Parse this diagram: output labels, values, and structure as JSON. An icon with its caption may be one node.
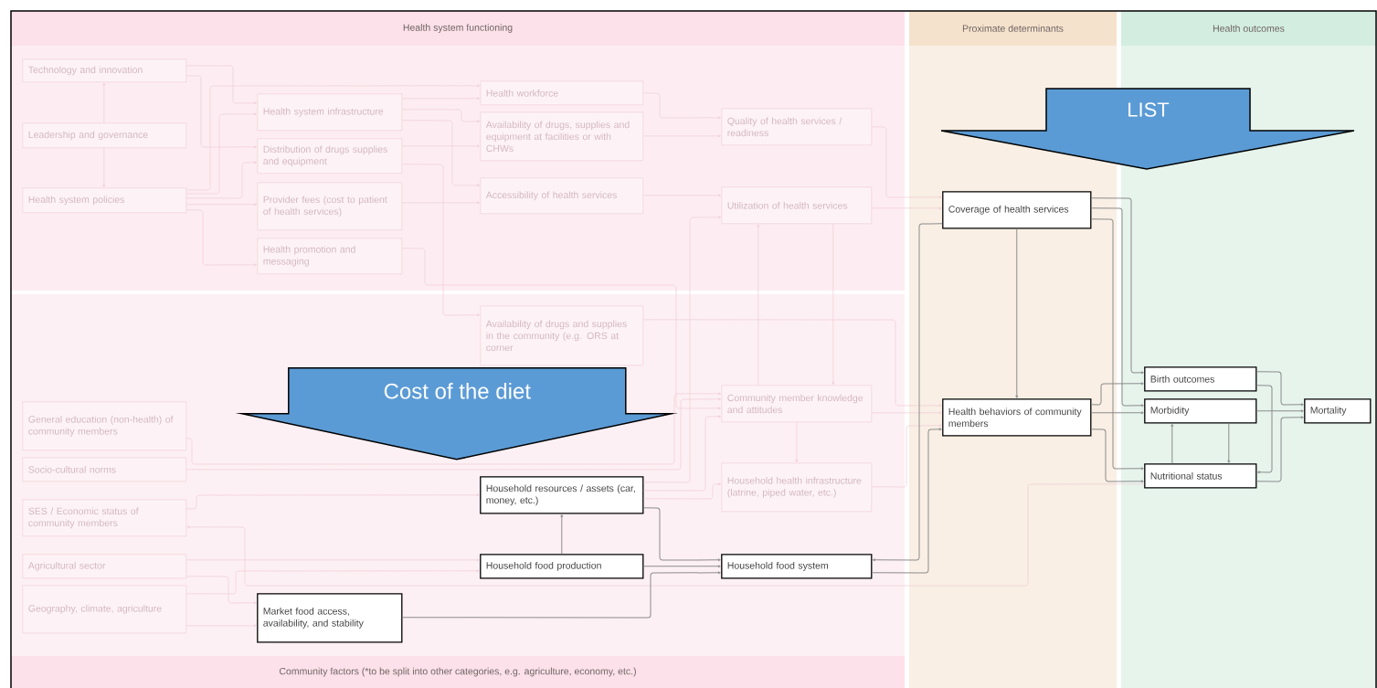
{
  "diagram": {
    "nodes": [
      {
        "text": [
          "Health system functioning"
        ]
      },
      {
        "text": [
          "Proximate determinants"
        ]
      },
      {
        "text": [
          "Health outcomes"
        ]
      },
      {
        "text": [
          "Community factors (*to be split into other categories, e.g. agriculture, economy, etc.)"
        ]
      },
      {
        "text": [
          "Technology and innovation"
        ],
        "in": 0
      },
      {
        "text": [
          "Leadership and governance"
        ],
        "in": 0
      },
      {
        "text": [
          "Health system policies"
        ],
        "in": 0
      },
      {
        "text": [
          "Health system infrastructure"
        ],
        "in": 0
      },
      {
        "text": [
          "Distribution of drugs supplies and equipment"
        ],
        "in": 0
      },
      {
        "text": [
          "Provider fees (cost to patient of health services)"
        ],
        "in": 0
      },
      {
        "text": [
          "Health promotion and messaging"
        ],
        "in": 0
      },
      {
        "text": [
          "Health workforce"
        ],
        "in": 0
      },
      {
        "text": [
          "Availability of drugs, supplies and equipment at facilities or with CHWs"
        ],
        "in": 0
      },
      {
        "text": [
          "Accessibility of health services"
        ],
        "in": 0
      },
      {
        "text": [
          "Quality of health services / readiness"
        ],
        "in": 0
      },
      {
        "text": [
          "Utilization of health services"
        ],
        "in": 0
      },
      {
        "text": [
          "Availability of drugs and supplies in the community (e.g. ORS at corner"
        ],
        "in": 3
      },
      {
        "text": [
          "Community member knowledge and attitudes"
        ],
        "in": 3
      },
      {
        "text": [
          "General education (non-health) of community members"
        ],
        "in": 3
      },
      {
        "text": [
          "Socio-cultural norms"
        ],
        "in": 3
      },
      {
        "text": [
          "SES / Economic status of community members"
        ],
        "in": 3
      },
      {
        "text": [
          "Agricultural sector"
        ],
        "in": 3
      },
      {
        "text": [
          "Geography, climate, agriculture"
        ],
        "in": 3
      },
      {
        "text": [
          "Household resources / assets (car, money, etc.)"
        ],
        "in": 3
      },
      {
        "text": [
          "Household health infrastructure (latrine, piped water, etc.)"
        ],
        "in": 3
      },
      {
        "text": [
          "Household food production"
        ],
        "in": 3
      },
      {
        "text": [
          "Household food system"
        ],
        "in": 3
      },
      {
        "text": [
          "Market food access, availability, and stability"
        ],
        "in": 3
      },
      {
        "text": [
          "Coverage of health services"
        ],
        "in": 1
      },
      {
        "text": [
          "Health behaviors of community members"
        ],
        "in": 1
      },
      {
        "text": [
          "Birth outcomes"
        ],
        "in": 2
      },
      {
        "text": [
          "Morbidity"
        ],
        "in": 2
      },
      {
        "text": [
          "Nutritional status"
        ],
        "in": 2
      },
      {
        "text": [
          "Mortality"
        ],
        "in": 2
      },
      {
        "text": [
          "LIST"
        ]
      },
      {
        "text": [
          "Cost of the diet"
        ],
        "in": 3
      }
    ],
    "edges": [
      {
        "from": 5,
        "to": 4,
        "arrow": "to"
      },
      {
        "from": 5,
        "to": 6,
        "arrow": "to"
      },
      {
        "from": 4,
        "to": 7,
        "arrow": "to"
      },
      {
        "from": 4,
        "to": 8,
        "arrow": "to"
      },
      {
        "from": 6,
        "to": 7,
        "arrow": "to"
      },
      {
        "from": 6,
        "to": 8,
        "arrow": "to"
      },
      {
        "from": 6,
        "to": 9,
        "arrow": "to"
      },
      {
        "from": 6,
        "to": 10,
        "arrow": "to"
      },
      {
        "from": 6,
        "to": 11,
        "arrow": "to"
      },
      {
        "from": 7,
        "to": 11,
        "arrow": "to"
      },
      {
        "from": 7,
        "to": 12,
        "arrow": "to"
      },
      {
        "from": 7,
        "to": 13,
        "arrow": "to"
      },
      {
        "from": 8,
        "to": 12,
        "arrow": "to"
      },
      {
        "from": 8,
        "to": 16,
        "arrow": "to"
      },
      {
        "from": 9,
        "to": 13,
        "arrow": "to"
      },
      {
        "from": 10,
        "to": 17,
        "arrow": "to"
      },
      {
        "from": 11,
        "to": 14,
        "arrow": "to"
      },
      {
        "from": 12,
        "to": 14,
        "arrow": "to"
      },
      {
        "from": 13,
        "to": 15,
        "arrow": "to"
      },
      {
        "from": 14,
        "to": 28,
        "arrow": "to"
      },
      {
        "from": 15,
        "to": 28,
        "arrow": "to"
      },
      {
        "from": 15,
        "to": 17,
        "arrow": "to"
      },
      {
        "from": 17,
        "to": 15,
        "arrow": "to"
      },
      {
        "from": 16,
        "to": 29,
        "arrow": "to"
      },
      {
        "from": 17,
        "to": 29,
        "arrow": "to"
      },
      {
        "from": 17,
        "to": 24,
        "arrow": "to"
      },
      {
        "from": 18,
        "to": 17,
        "arrow": "to"
      },
      {
        "from": 19,
        "to": 17,
        "arrow": "to"
      },
      {
        "from": 20,
        "to": 23,
        "arrow": "to"
      },
      {
        "from": 23,
        "to": 15,
        "arrow": "to"
      },
      {
        "from": 23,
        "to": 17,
        "arrow": "to"
      },
      {
        "from": 23,
        "to": 24,
        "arrow": "to"
      },
      {
        "from": 24,
        "to": 29,
        "arrow": "to"
      },
      {
        "from": 32,
        "to": 20,
        "arrow": "to"
      },
      {
        "from": 25,
        "to": 23,
        "arrow": "to",
        "color": "#8c8c8c"
      },
      {
        "from": 23,
        "to": 26,
        "arrow": "to",
        "color": "#8c8c8c"
      },
      {
        "from": 25,
        "to": 26,
        "arrow": "to",
        "color": "#8c8c8c"
      },
      {
        "from": 27,
        "to": 26,
        "arrow": "to",
        "color": "#8c8c8c"
      },
      {
        "from": 21,
        "to": 25,
        "arrow": "to"
      },
      {
        "from": 22,
        "to": 27,
        "arrow": "to"
      },
      {
        "from": 21,
        "to": 27,
        "arrow": "to"
      },
      {
        "from": 22,
        "to": 25,
        "arrow": "to"
      },
      {
        "from": 26,
        "to": 29,
        "arrow": "to",
        "color": "#8c8c8c"
      },
      {
        "from": 28,
        "to": 26,
        "arrow": "to",
        "color": "#8c8c8c"
      },
      {
        "from": 28,
        "to": 29,
        "arrow": "to",
        "color": "#8c8c8c"
      },
      {
        "from": 28,
        "to": 30,
        "arrow": "to",
        "color": "#8c8c8c"
      },
      {
        "from": 28,
        "to": 31,
        "arrow": "to",
        "color": "#8c8c8c"
      },
      {
        "from": 28,
        "to": 32,
        "arrow": "to",
        "color": "#8c8c8c"
      },
      {
        "from": 29,
        "to": 30,
        "arrow": "to",
        "color": "#8c8c8c"
      },
      {
        "from": 29,
        "to": 31,
        "arrow": "to",
        "color": "#8c8c8c"
      },
      {
        "from": 29,
        "to": 32,
        "arrow": "to",
        "color": "#8c8c8c"
      },
      {
        "from": 30,
        "to": 33,
        "arrow": "to",
        "color": "#8c8c8c"
      },
      {
        "from": 31,
        "to": 33,
        "arrow": "to",
        "color": "#8c8c8c"
      },
      {
        "from": 32,
        "to": 33,
        "arrow": "to",
        "color": "#8c8c8c"
      },
      {
        "from": 30,
        "to": 32,
        "arrow": "to",
        "color": "#8c8c8c"
      },
      {
        "from": 32,
        "to": 31,
        "arrow": "to",
        "color": "#8c8c8c"
      },
      {
        "from": 31,
        "to": 32,
        "arrow": "to",
        "color": "#8c8c8c"
      }
    ]
  }
}
